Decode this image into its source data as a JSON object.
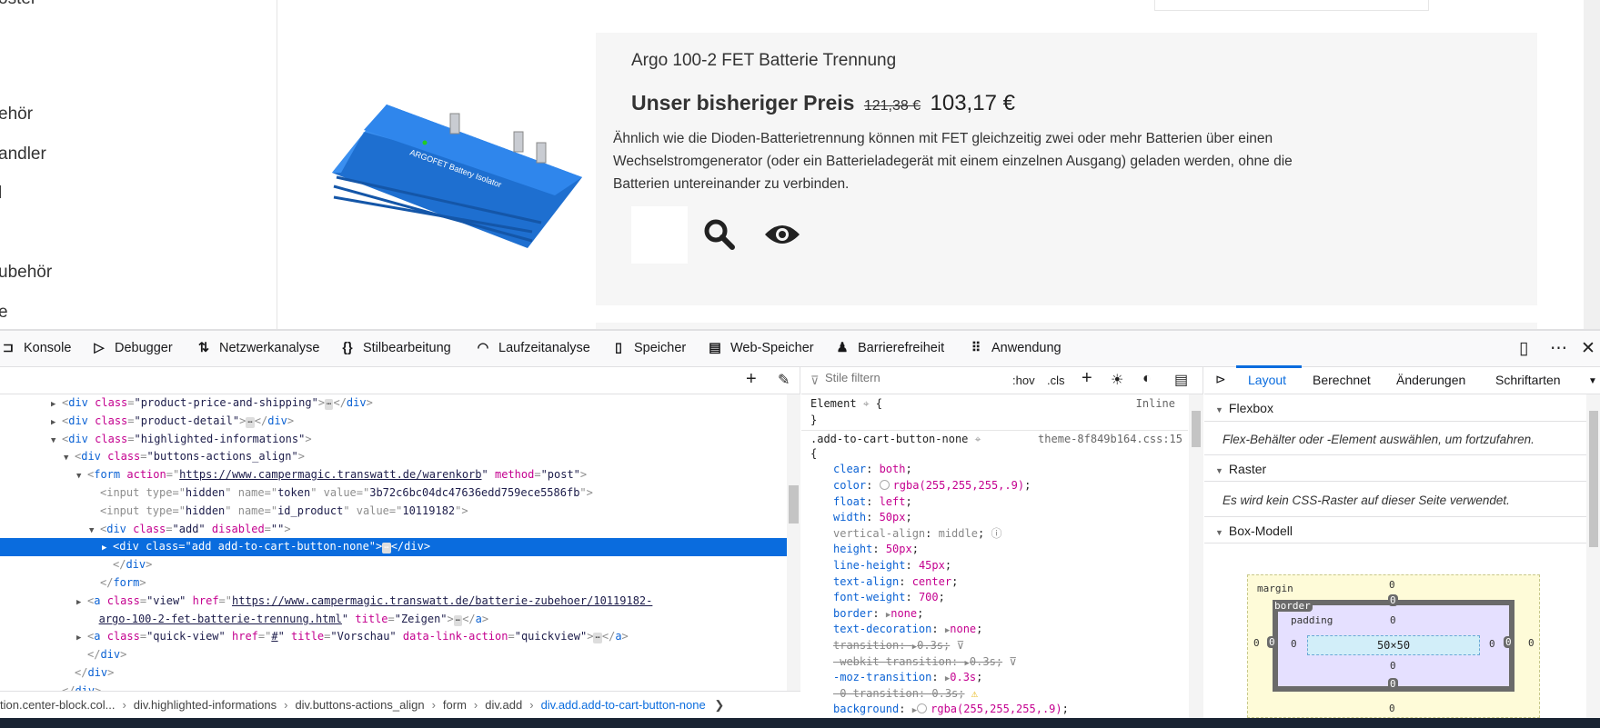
{
  "page": {
    "sidebar_items": [
      "oster",
      "ehör",
      "andler",
      "l",
      "ubehör",
      "e"
    ],
    "product": {
      "title": "Argo 100-2 FET Batterie Trennung",
      "price_label": "Unser bisheriger Preis",
      "old_price": "121,38 €",
      "new_price": "103,17 €",
      "description": "Ähnlich wie die Dioden-Batterietrennung können mit FET gleichzeitig zwei oder mehr Batterien über einen Wechselstromgenerator (oder ein Batterieladegerät mit einem einzelnen Ausgang) geladen werden, ohne die Batterien untereinander zu verbinden.",
      "image_text": "ARGOFET Battery Isolator"
    }
  },
  "devtools": {
    "tabs": [
      {
        "label": "Konsole",
        "icon": "console-icon"
      },
      {
        "label": "Debugger",
        "icon": "debugger-icon"
      },
      {
        "label": "Netzwerkanalyse",
        "icon": "network-icon"
      },
      {
        "label": "Stilbearbeitung",
        "icon": "style-editor-icon"
      },
      {
        "label": "Laufzeitanalyse",
        "icon": "performance-icon"
      },
      {
        "label": "Speicher",
        "icon": "memory-icon"
      },
      {
        "label": "Web-Speicher",
        "icon": "storage-icon"
      },
      {
        "label": "Barrierefreiheit",
        "icon": "accessibility-icon"
      },
      {
        "label": "Anwendung",
        "icon": "application-icon"
      }
    ],
    "markup_lines": [
      {
        "i": 0,
        "tw": "c",
        "p": [
          [
            "dim",
            "<"
          ],
          [
            "tg",
            "div"
          ],
          [
            "at",
            " class"
          ],
          [
            "dim",
            "="
          ],
          [
            "vl",
            "\"product-price-and-shipping\""
          ],
          [
            "dim",
            ">"
          ],
          [
            "dots",
            "⋯"
          ],
          [
            "dim",
            "</"
          ],
          [
            "tg",
            "div"
          ],
          [
            "dim",
            ">"
          ]
        ]
      },
      {
        "i": 0,
        "tw": "c",
        "p": [
          [
            "dim",
            "<"
          ],
          [
            "tg",
            "div"
          ],
          [
            "at",
            " class"
          ],
          [
            "dim",
            "="
          ],
          [
            "vl",
            "\"product-detail\""
          ],
          [
            "dim",
            ">"
          ],
          [
            "dots",
            "⋯"
          ],
          [
            "dim",
            "</"
          ],
          [
            "tg",
            "div"
          ],
          [
            "dim",
            ">"
          ]
        ]
      },
      {
        "i": 0,
        "tw": "o",
        "p": [
          [
            "dim",
            "<"
          ],
          [
            "tg",
            "div"
          ],
          [
            "at",
            " class"
          ],
          [
            "dim",
            "="
          ],
          [
            "vl",
            "\"highlighted-informations\""
          ],
          [
            "dim",
            ">"
          ]
        ]
      },
      {
        "i": 1,
        "tw": "o",
        "p": [
          [
            "dim",
            "<"
          ],
          [
            "tg",
            "div"
          ],
          [
            "at",
            " class"
          ],
          [
            "dim",
            "="
          ],
          [
            "vl",
            "\"buttons-actions_align\""
          ],
          [
            "dim",
            ">"
          ]
        ]
      },
      {
        "i": 2,
        "tw": "o",
        "p": [
          [
            "dim",
            "<"
          ],
          [
            "tg",
            "form"
          ],
          [
            "at",
            " action"
          ],
          [
            "dim",
            "=\""
          ],
          [
            "lnk",
            "https://www.campermagic.transwatt.de/warenkorb"
          ],
          [
            "vl",
            "\""
          ],
          [
            "at",
            " method"
          ],
          [
            "dim",
            "="
          ],
          [
            "vl",
            "\"post\""
          ],
          [
            "dim",
            ">"
          ]
        ]
      },
      {
        "i": 3,
        "tw": "n",
        "p": [
          [
            "dim",
            "<input type=\""
          ],
          [
            "vl",
            "hidden"
          ],
          [
            "dim",
            "\" name=\""
          ],
          [
            "vl",
            "token"
          ],
          [
            "dim",
            "\" value=\""
          ],
          [
            "vl",
            "3b72c6bc04dc47636edd759ece5586fb"
          ],
          [
            "dim",
            "\">"
          ]
        ]
      },
      {
        "i": 3,
        "tw": "n",
        "p": [
          [
            "dim",
            "<input type=\""
          ],
          [
            "vl",
            "hidden"
          ],
          [
            "dim",
            "\" name=\""
          ],
          [
            "vl",
            "id_product"
          ],
          [
            "dim",
            "\" value=\""
          ],
          [
            "vl",
            "10119182"
          ],
          [
            "dim",
            "\">"
          ]
        ]
      },
      {
        "i": 3,
        "tw": "o",
        "p": [
          [
            "dim",
            "<"
          ],
          [
            "tg",
            "div"
          ],
          [
            "at",
            " class"
          ],
          [
            "dim",
            "="
          ],
          [
            "vl",
            "\"add\""
          ],
          [
            "at",
            " disabled"
          ],
          [
            "dim",
            "="
          ],
          [
            "vl",
            "\"\""
          ],
          [
            "dim",
            ">"
          ]
        ]
      },
      {
        "i": 4,
        "tw": "c",
        "sel": true,
        "p": [
          [
            "dim",
            "<"
          ],
          [
            "tg",
            "div"
          ],
          [
            "at",
            " class"
          ],
          [
            "dim",
            "="
          ],
          [
            "vl",
            "\"add add-to-cart-button-none\""
          ],
          [
            "dim",
            ">"
          ],
          [
            "dots",
            "⋯"
          ],
          [
            "dim",
            "</"
          ],
          [
            "tg",
            "div"
          ],
          [
            "dim",
            ">"
          ]
        ]
      },
      {
        "i": 4,
        "tw": "n",
        "p": [
          [
            "dim",
            "</"
          ],
          [
            "tg",
            "div"
          ],
          [
            "dim",
            ">"
          ]
        ]
      },
      {
        "i": 3,
        "tw": "n",
        "p": [
          [
            "dim",
            "</"
          ],
          [
            "tg",
            "form"
          ],
          [
            "dim",
            ">"
          ]
        ]
      },
      {
        "i": 2,
        "tw": "c",
        "p": [
          [
            "dim",
            "<"
          ],
          [
            "tg",
            "a"
          ],
          [
            "at",
            " class"
          ],
          [
            "dim",
            "="
          ],
          [
            "vl",
            "\"view\""
          ],
          [
            "at",
            " href"
          ],
          [
            "dim",
            "=\""
          ],
          [
            "lnk",
            "https://www.campermagic.transwatt.de/batterie-zubehoer/10119182-"
          ]
        ]
      },
      {
        "i": 2.9,
        "tw": "n",
        "p": [
          [
            "lnk",
            "argo-100-2-fet-batterie-trennung.html"
          ],
          [
            "vl",
            "\""
          ],
          [
            "at",
            " title"
          ],
          [
            "dim",
            "="
          ],
          [
            "vl",
            "\"Zeigen\""
          ],
          [
            "dim",
            ">"
          ],
          [
            "dots",
            "⋯"
          ],
          [
            "dim",
            "</"
          ],
          [
            "tg",
            "a"
          ],
          [
            "dim",
            ">"
          ]
        ]
      },
      {
        "i": 2,
        "tw": "c",
        "p": [
          [
            "dim",
            "<"
          ],
          [
            "tg",
            "a"
          ],
          [
            "at",
            " class"
          ],
          [
            "dim",
            "="
          ],
          [
            "vl",
            "\"quick-view\""
          ],
          [
            "at",
            " href"
          ],
          [
            "dim",
            "=\""
          ],
          [
            "lnk",
            "#"
          ],
          [
            "vl",
            "\""
          ],
          [
            "at",
            " title"
          ],
          [
            "dim",
            "="
          ],
          [
            "vl",
            "\"Vorschau\""
          ],
          [
            "at",
            " data-link-action"
          ],
          [
            "dim",
            "="
          ],
          [
            "vl",
            "\"quickview\""
          ],
          [
            "dim",
            ">"
          ],
          [
            "dots",
            "⋯"
          ],
          [
            "dim",
            "</"
          ],
          [
            "tg",
            "a"
          ],
          [
            "dim",
            ">"
          ]
        ]
      },
      {
        "i": 2,
        "tw": "n",
        "p": [
          [
            "dim",
            "</"
          ],
          [
            "tg",
            "div"
          ],
          [
            "dim",
            ">"
          ]
        ]
      },
      {
        "i": 1,
        "tw": "n",
        "p": [
          [
            "dim",
            "</"
          ],
          [
            "tg",
            "div"
          ],
          [
            "dim",
            ">"
          ]
        ]
      },
      {
        "i": 0,
        "tw": "n",
        "p": [
          [
            "dim",
            "</"
          ],
          [
            "tg",
            "div"
          ],
          [
            "dim",
            ">"
          ]
        ]
      }
    ],
    "breadcrumbs": [
      "tion.center-block.col...",
      "div.highlighted-informations",
      "div.buttons-actions_align",
      "form",
      "div.add",
      "div.add.add-to-cart-button-none"
    ],
    "rules": {
      "filter_placeholder": "Stile filtern",
      "hov": ":hov",
      "cls": ".cls",
      "element_label": "Element",
      "inline_label": "Inline",
      "selector": ".add-to-cart-button-none",
      "source": "theme-8f849b164.css:15",
      "declarations": [
        {
          "n": "clear",
          "v": "both"
        },
        {
          "n": "color",
          "v": "rgba(255,255,255,.9)",
          "swatch": true
        },
        {
          "n": "float",
          "v": "left"
        },
        {
          "n": "width",
          "v": "50px"
        },
        {
          "n": "vertical-align",
          "v": "middle",
          "inactive": true
        },
        {
          "n": "height",
          "v": "50px"
        },
        {
          "n": "line-height",
          "v": "45px"
        },
        {
          "n": "text-align",
          "v": "center"
        },
        {
          "n": "font-weight",
          "v": "700"
        },
        {
          "n": "border",
          "v": "none",
          "expand": true
        },
        {
          "n": "text-decoration",
          "v": "none",
          "expand": true
        },
        {
          "n": "transition",
          "v": "0.3s",
          "expand": true,
          "strike": true
        },
        {
          "n": "-webkit-transition",
          "v": "0.3s",
          "expand": true,
          "strike": true
        },
        {
          "n": "-moz-transition",
          "v": "0.3s",
          "expand": true
        },
        {
          "n": "-0-transition",
          "v": "0.3s",
          "strike": true,
          "warn": true
        },
        {
          "n": "background",
          "v": "rgba(255,255,255,.9)",
          "expand": true,
          "swatch": true
        }
      ]
    },
    "layout": {
      "tabs": [
        "Layout",
        "Berechnet",
        "Änderungen",
        "Schriftarten"
      ],
      "flexbox_title": "Flexbox",
      "flexbox_text": "Flex-Behälter oder -Element auswählen, um fortzufahren.",
      "grid_title": "Raster",
      "grid_text": "Es wird kein CSS-Raster auf dieser Seite verwendet.",
      "boxmodel_title": "Box-Modell",
      "box": {
        "margin_label": "margin",
        "border_label": "border",
        "padding_label": "padding",
        "content": "50×50",
        "margin": "0",
        "border": "0",
        "padding": "0"
      }
    }
  }
}
